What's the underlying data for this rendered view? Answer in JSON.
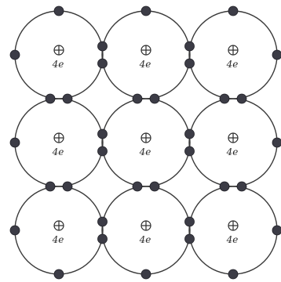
{
  "lattice": {
    "rows": 3,
    "columns": 3,
    "atom_label": "4e",
    "nucleus_symbol": "plus-in-circle",
    "electrons_per_atom_shown": 4,
    "colors": {
      "background": "#ffffff",
      "outline": "#3a3a3a",
      "electron": "#3c3c46"
    }
  }
}
